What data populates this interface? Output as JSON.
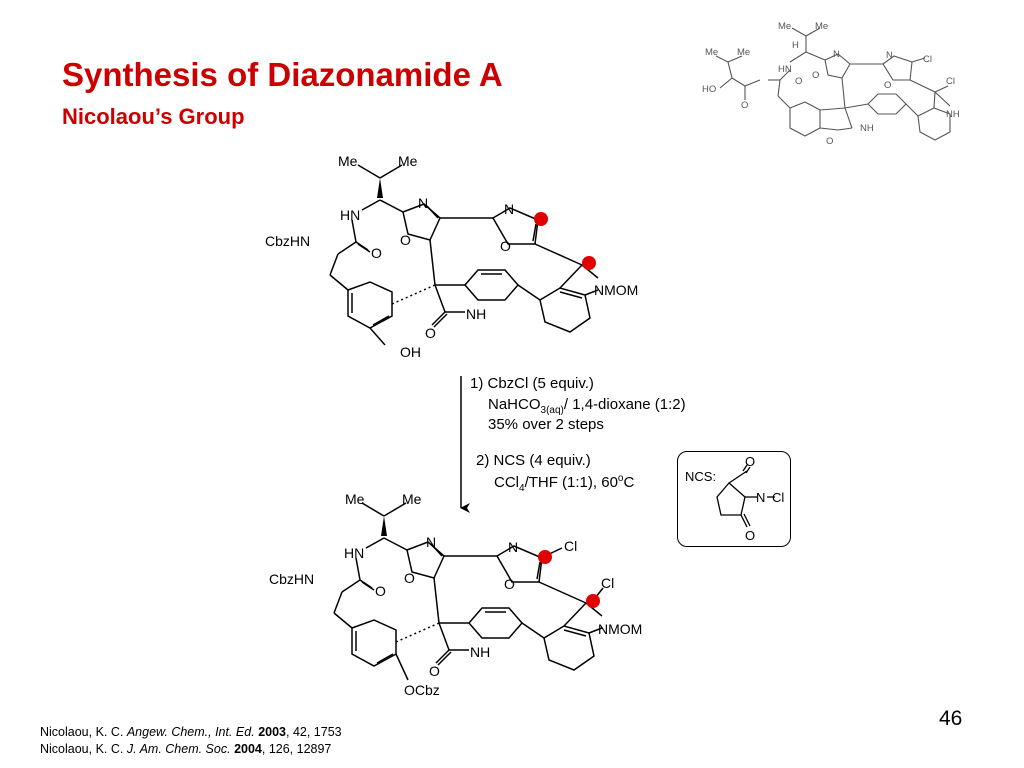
{
  "slide": {
    "title": "Synthesis of Diazonamide A",
    "subtitle": "Nicolaou’s Group",
    "page_number": "46"
  },
  "conditions": {
    "step1": {
      "line1": "1) CbzCl (5 equiv.)",
      "line2_prefix": "NaHCO",
      "line2_sub": "3(aq)",
      "line2_suffix": "/ 1,4-dioxane (1:2)",
      "line3": "35% over 2 steps"
    },
    "step2": {
      "line1": "2) NCS (4 equiv.)",
      "line2_prefix": "CCl",
      "line2_sub": "4",
      "line2_mid": "/THF (1:1), 60",
      "line2_sup": "o",
      "line2_suffix": "C"
    }
  },
  "ncs_box": {
    "label": "NCS:",
    "atoms": {
      "o_top": "O",
      "n": "N",
      "cl": "Cl",
      "o_bottom": "O"
    }
  },
  "starting_material": {
    "labels": {
      "me1": "Me",
      "me2": "Me",
      "hn": "HN",
      "n_ox1": "N",
      "o_ox1": "O",
      "n_ox2": "N",
      "o_ox2": "O",
      "cbzhn": "CbzHN",
      "o_amide": "O",
      "nmom": "NMOM",
      "nh": "NH",
      "o_lactam": "O",
      "oh": "OH"
    }
  },
  "product": {
    "labels": {
      "me1": "Me",
      "me2": "Me",
      "hn": "HN",
      "n_ox1": "N",
      "o_ox1": "O",
      "n_ox2": "N",
      "o_ox2": "O",
      "cl1": "Cl",
      "cbzhn": "CbzHN",
      "o_amide": "O",
      "cl2": "Cl",
      "nmom": "NMOM",
      "nh": "NH",
      "o_lactam": "O",
      "ocbz": "OCbz"
    }
  },
  "target_structure": {
    "labels": {
      "me1": "Me",
      "me2": "Me",
      "h": "H",
      "me3": "Me",
      "me4": "Me",
      "n_ox1": "N",
      "n_ox2": "N",
      "cl1": "Cl",
      "hn": "HN",
      "ho": "HO",
      "o_amide1": "O",
      "o_amide2": "O",
      "o_ox1": "O",
      "o_ox2": "O",
      "cl2": "Cl",
      "nh_indole": "NH",
      "nh_aminal": "NH",
      "o_furan": "O"
    }
  },
  "references": [
    {
      "authors": "Nicolaou, K. C. ",
      "journal": "Angew. Chem., Int. Ed.",
      "year": "2003",
      "rest": ", 42, 1753"
    },
    {
      "authors": "Nicolaou, K. C. ",
      "journal": "J. Am. Chem. Soc.",
      "year": "2004",
      "rest": ", 126, 12897"
    }
  ],
  "colors": {
    "title": "#cc0000",
    "marker": "#e00000",
    "target_gray": "#555555"
  }
}
